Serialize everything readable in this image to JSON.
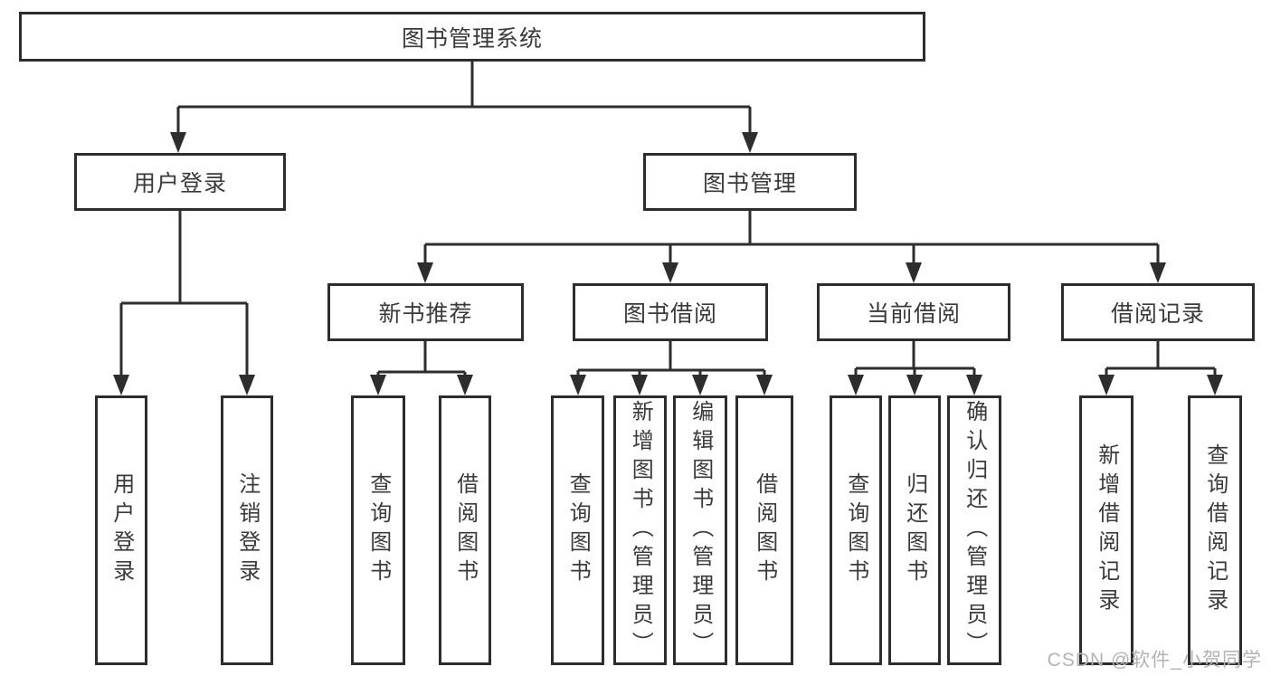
{
  "tree": {
    "root": "图书管理系统",
    "branches": [
      {
        "label": "用户登录",
        "children": [
          "用户登录",
          "注销登录"
        ]
      },
      {
        "label": "图书管理",
        "groups": [
          {
            "label": "新书推荐",
            "children": [
              "查询图书",
              "借阅图书"
            ]
          },
          {
            "label": "图书借阅",
            "children": [
              "查询图书",
              "新增图书（管理员）",
              "编辑图书（管理员）",
              "借阅图书"
            ]
          },
          {
            "label": "当前借阅",
            "children": [
              "查询图书",
              "归还图书",
              "确认归还（管理员）"
            ]
          },
          {
            "label": "借阅记录",
            "children": [
              "新增借阅记录",
              "查询借阅记录"
            ]
          }
        ]
      }
    ]
  },
  "watermark": "CSDN @软件_小贺同学",
  "colors": {
    "line": "#2d2d2d",
    "box_border": "#2d2d2d",
    "text": "#3a3a3a",
    "watermark": "#b3b3b3",
    "background": "#ffffff"
  }
}
